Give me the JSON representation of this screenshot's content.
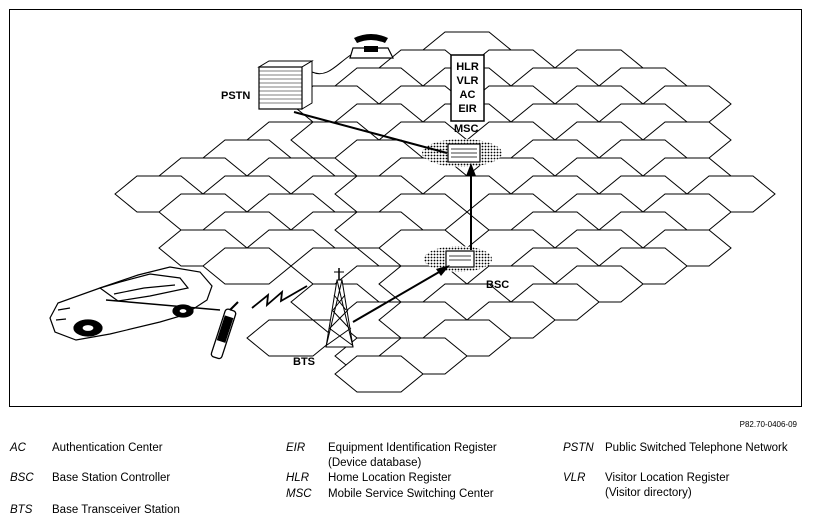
{
  "figure_code": "P82.70-0406-09",
  "labels": {
    "pstn": "PSTN",
    "msc": "MSC",
    "bsc": "BSC",
    "bts": "BTS",
    "stack": [
      "HLR",
      "VLR",
      "AC",
      "EIR"
    ]
  },
  "legend": [
    {
      "abbr": "AC",
      "initials": "A",
      "definition_first": "A",
      "definition_rest": "uthentication Center",
      "full": "Authentication Center",
      "sub": ""
    },
    {
      "abbr": "BSC",
      "full": "Base Station Controller",
      "sub": ""
    },
    {
      "abbr": "BTS",
      "full": "Base Transceiver Station",
      "sub": ""
    },
    {
      "abbr": "EIR",
      "full": "Equipment Identification Register",
      "sub": "(Device database)"
    },
    {
      "abbr": "HLR",
      "full": "Home Location Register",
      "sub": ""
    },
    {
      "abbr": "MSC",
      "full": "Mobile Service Switching Center",
      "sub": ""
    },
    {
      "abbr": "PSTN",
      "full": "Public Switched Telephone Network",
      "sub": ""
    },
    {
      "abbr": "VLR",
      "full": "Visitor Location Register",
      "sub": "(Visitor directory)"
    }
  ],
  "colors": {
    "stroke": "#000000",
    "background": "#ffffff",
    "hatch": "#555555"
  },
  "icons": [
    "telephone-icon",
    "car-icon",
    "mobile-phone-icon",
    "antenna-tower-icon",
    "switch-cabinet-icon"
  ]
}
